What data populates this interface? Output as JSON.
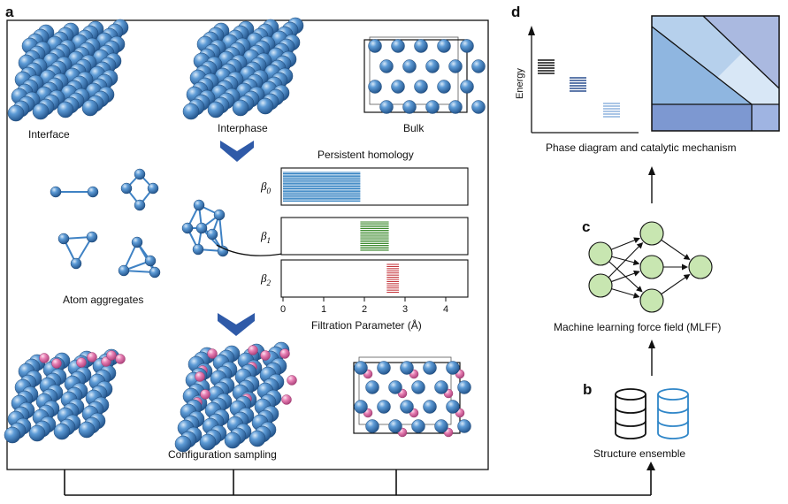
{
  "panel_labels": {
    "a": "a",
    "b": "b",
    "c": "c",
    "d": "d"
  },
  "panel_a": {
    "top_structures": [
      "Interface",
      "Interphase",
      "Bulk"
    ],
    "persistent_homology_title": "Persistent  homology",
    "atom_aggregates_label": "Atom aggregates",
    "configuration_sampling_label": "Configuration sampling",
    "barcode": {
      "betti_labels": [
        "β",
        "β",
        "β"
      ],
      "betti_subscripts": [
        "0",
        "1",
        "2"
      ],
      "x_ticks": [
        "0",
        "1",
        "2",
        "3",
        "4"
      ],
      "xlabel": "Filtration Parameter (Å)",
      "xlim": [
        0,
        4.5
      ],
      "bars": [
        {
          "dimension": 0,
          "start": 0.0,
          "end": 1.9,
          "color": "#2f7fc1",
          "lines": 22
        },
        {
          "dimension": 1,
          "start": 1.9,
          "end": 2.6,
          "color": "#3c8a2e",
          "lines": 18
        },
        {
          "dimension": 2,
          "start": 2.55,
          "end": 2.85,
          "color": "#c0262d",
          "lines": 14
        }
      ]
    }
  },
  "panel_b": {
    "label": "Structure ensemble"
  },
  "panel_c": {
    "label": "Machine learning force field (MLFF)"
  },
  "panel_d": {
    "ylabel": "Energy",
    "caption": "Phase diagram and catalytic mechanism",
    "energy_groups": [
      {
        "color": "#111111",
        "levels": 6
      },
      {
        "color": "#2a4f8f",
        "levels": 6
      },
      {
        "color": "#8fb3dd",
        "levels": 6
      }
    ]
  },
  "colors": {
    "atom": "#3f82c4",
    "atom_dark": "#1f4f86",
    "adsorbate": "#e77fb3",
    "arrow": "#2f5aa8",
    "nn_node": "#c8e6b1"
  }
}
